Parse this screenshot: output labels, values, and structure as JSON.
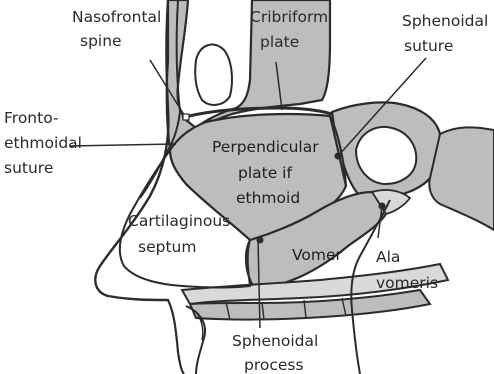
{
  "labels": {
    "nasofrontal_1": "Nasofrontal",
    "nasofrontal_2": "spine",
    "cribriform_1": "Cribriform",
    "cribriform_2": "plate",
    "sphenoidal_suture_1": "Sphenoidal",
    "sphenoidal_suture_2": "suture",
    "fronto_1": "Fronto-",
    "fronto_2": "ethmoidal",
    "fronto_3": "suture",
    "perp_1": "Perpendicular",
    "perp_2": "plate if",
    "perp_3": "ethmoid",
    "cart_1": "Cartilaginous",
    "cart_2": "septum",
    "vomer": "Vomer",
    "ala_1": "Ala",
    "ala_2": "vomeris",
    "sph_proc_1": "Sphenoidal",
    "sph_proc_2": "process"
  },
  "colors": {
    "bone_fill": "#bdbdbd",
    "light_bone": "#d9d9d9",
    "outline": "#2b2b2b",
    "background": "#ffffff"
  }
}
